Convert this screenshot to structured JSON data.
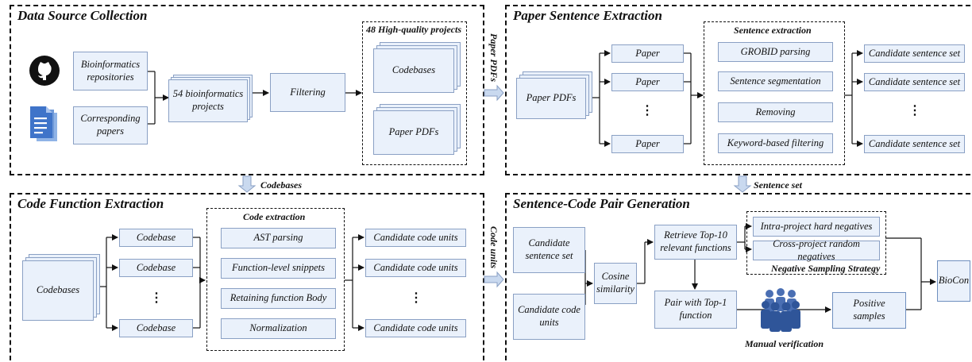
{
  "panels": {
    "data_source": {
      "title": "Data Source Collection",
      "repos": "Bioinformatics repositories",
      "papers": "Corresponding papers",
      "projects": "54 bioinformatics projects",
      "filtering": "Filtering",
      "hq_title": "48 High-quality projects",
      "hq_codebases": "Codebases",
      "hq_pdfs": "Paper PDFs"
    },
    "paper_extraction": {
      "title": "Paper Sentence Extraction",
      "input": "Paper PDFs",
      "paper_items": [
        "Paper",
        "Paper",
        "Paper"
      ],
      "dots": "⋮",
      "group_title": "Sentence extraction",
      "steps": [
        "GROBID parsing",
        "Sentence segmentation",
        "Removing",
        "Keyword-based filtering"
      ],
      "outputs": [
        "Candidate sentence set",
        "Candidate sentence set",
        "Candidate sentence set"
      ]
    },
    "code_extraction": {
      "title": "Code Function Extraction",
      "input": "Codebases",
      "codebase_items": [
        "Codebase",
        "Codebase",
        "Codebase"
      ],
      "dots": "⋮",
      "group_title": "Code extraction",
      "steps": [
        "AST parsing",
        "Function-level snippets",
        "Retaining function Body",
        "Normalization"
      ],
      "outputs": [
        "Candidate code units",
        "Candidate code units",
        "Candidate code units"
      ]
    },
    "pair_generation": {
      "title": "Sentence-Code Pair Generation",
      "candidate_sentences": "Candidate sentence set",
      "candidate_code": "Candidate code units",
      "cosine": "Cosine similarity",
      "retrieve": "Retrieve Top-10 relevant functions",
      "pair": "Pair with Top-1 function",
      "intra_neg": "Intra-project hard negatives",
      "cross_neg": "Cross-project random negatives",
      "neg_strategy": "Negative Sampling Strategy",
      "positive": "Positive samples",
      "manual": "Manual verification",
      "biocon": "BioCon"
    }
  },
  "connectors": {
    "paper_pdfs": "Paper PDFs",
    "codebases": "Codebases",
    "code_units": "Code units",
    "sentence_set": "Sentence set"
  },
  "colors": {
    "box_fill": "#eaf1fb",
    "box_border": "#8aa0c4",
    "people": "#4a6fb3"
  }
}
